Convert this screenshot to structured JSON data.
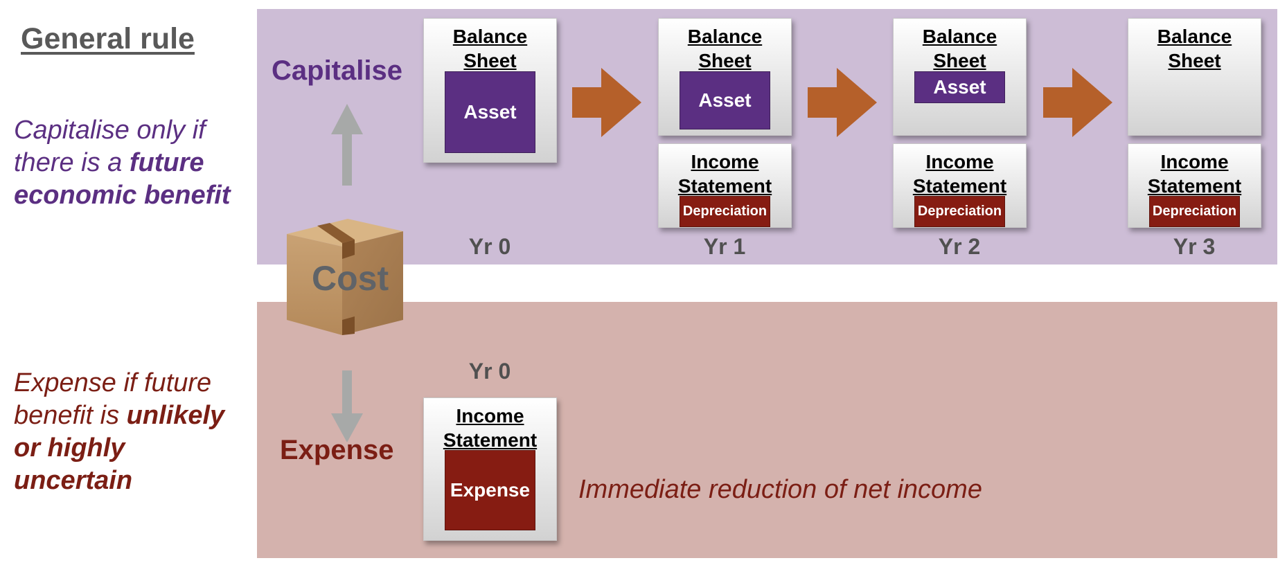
{
  "heading": "General rule",
  "capitalise_note": {
    "part1": "Capitalise only if there is a ",
    "bold": "future economic benefit"
  },
  "expense_note": {
    "part1": "Expense if future benefit is ",
    "bold": "unlikely or highly uncertain"
  },
  "capitalise_label": "Capitalise",
  "expense_label": "Expense",
  "cost_label": "Cost",
  "cards": {
    "balance_sheet_line1": "Balance",
    "balance_sheet_line2": "Sheet",
    "income_statement_line1": "Income",
    "income_statement_line2": "Statement"
  },
  "chips": {
    "asset": "Asset",
    "depreciation": "Depreciation",
    "expense": "Expense"
  },
  "years": {
    "y0": "Yr 0",
    "y1": "Yr 1",
    "y2": "Yr 2",
    "y3": "Yr 3",
    "expense_year": "Yr 0"
  },
  "immediate_note": "Immediate reduction of net income",
  "colors": {
    "capitalise_purple": "#5b2f82",
    "expense_red": "#861c12",
    "top_band": "#cdbdd6",
    "bottom_band": "#d4b2ad",
    "flow_arrow": "#b5602a",
    "gray_arrow": "#a7a9a8"
  },
  "icons": {
    "cost": "cardboard-box-icon",
    "up": "arrow-up-icon",
    "down": "arrow-down-icon",
    "flow": "arrow-right-icon"
  }
}
